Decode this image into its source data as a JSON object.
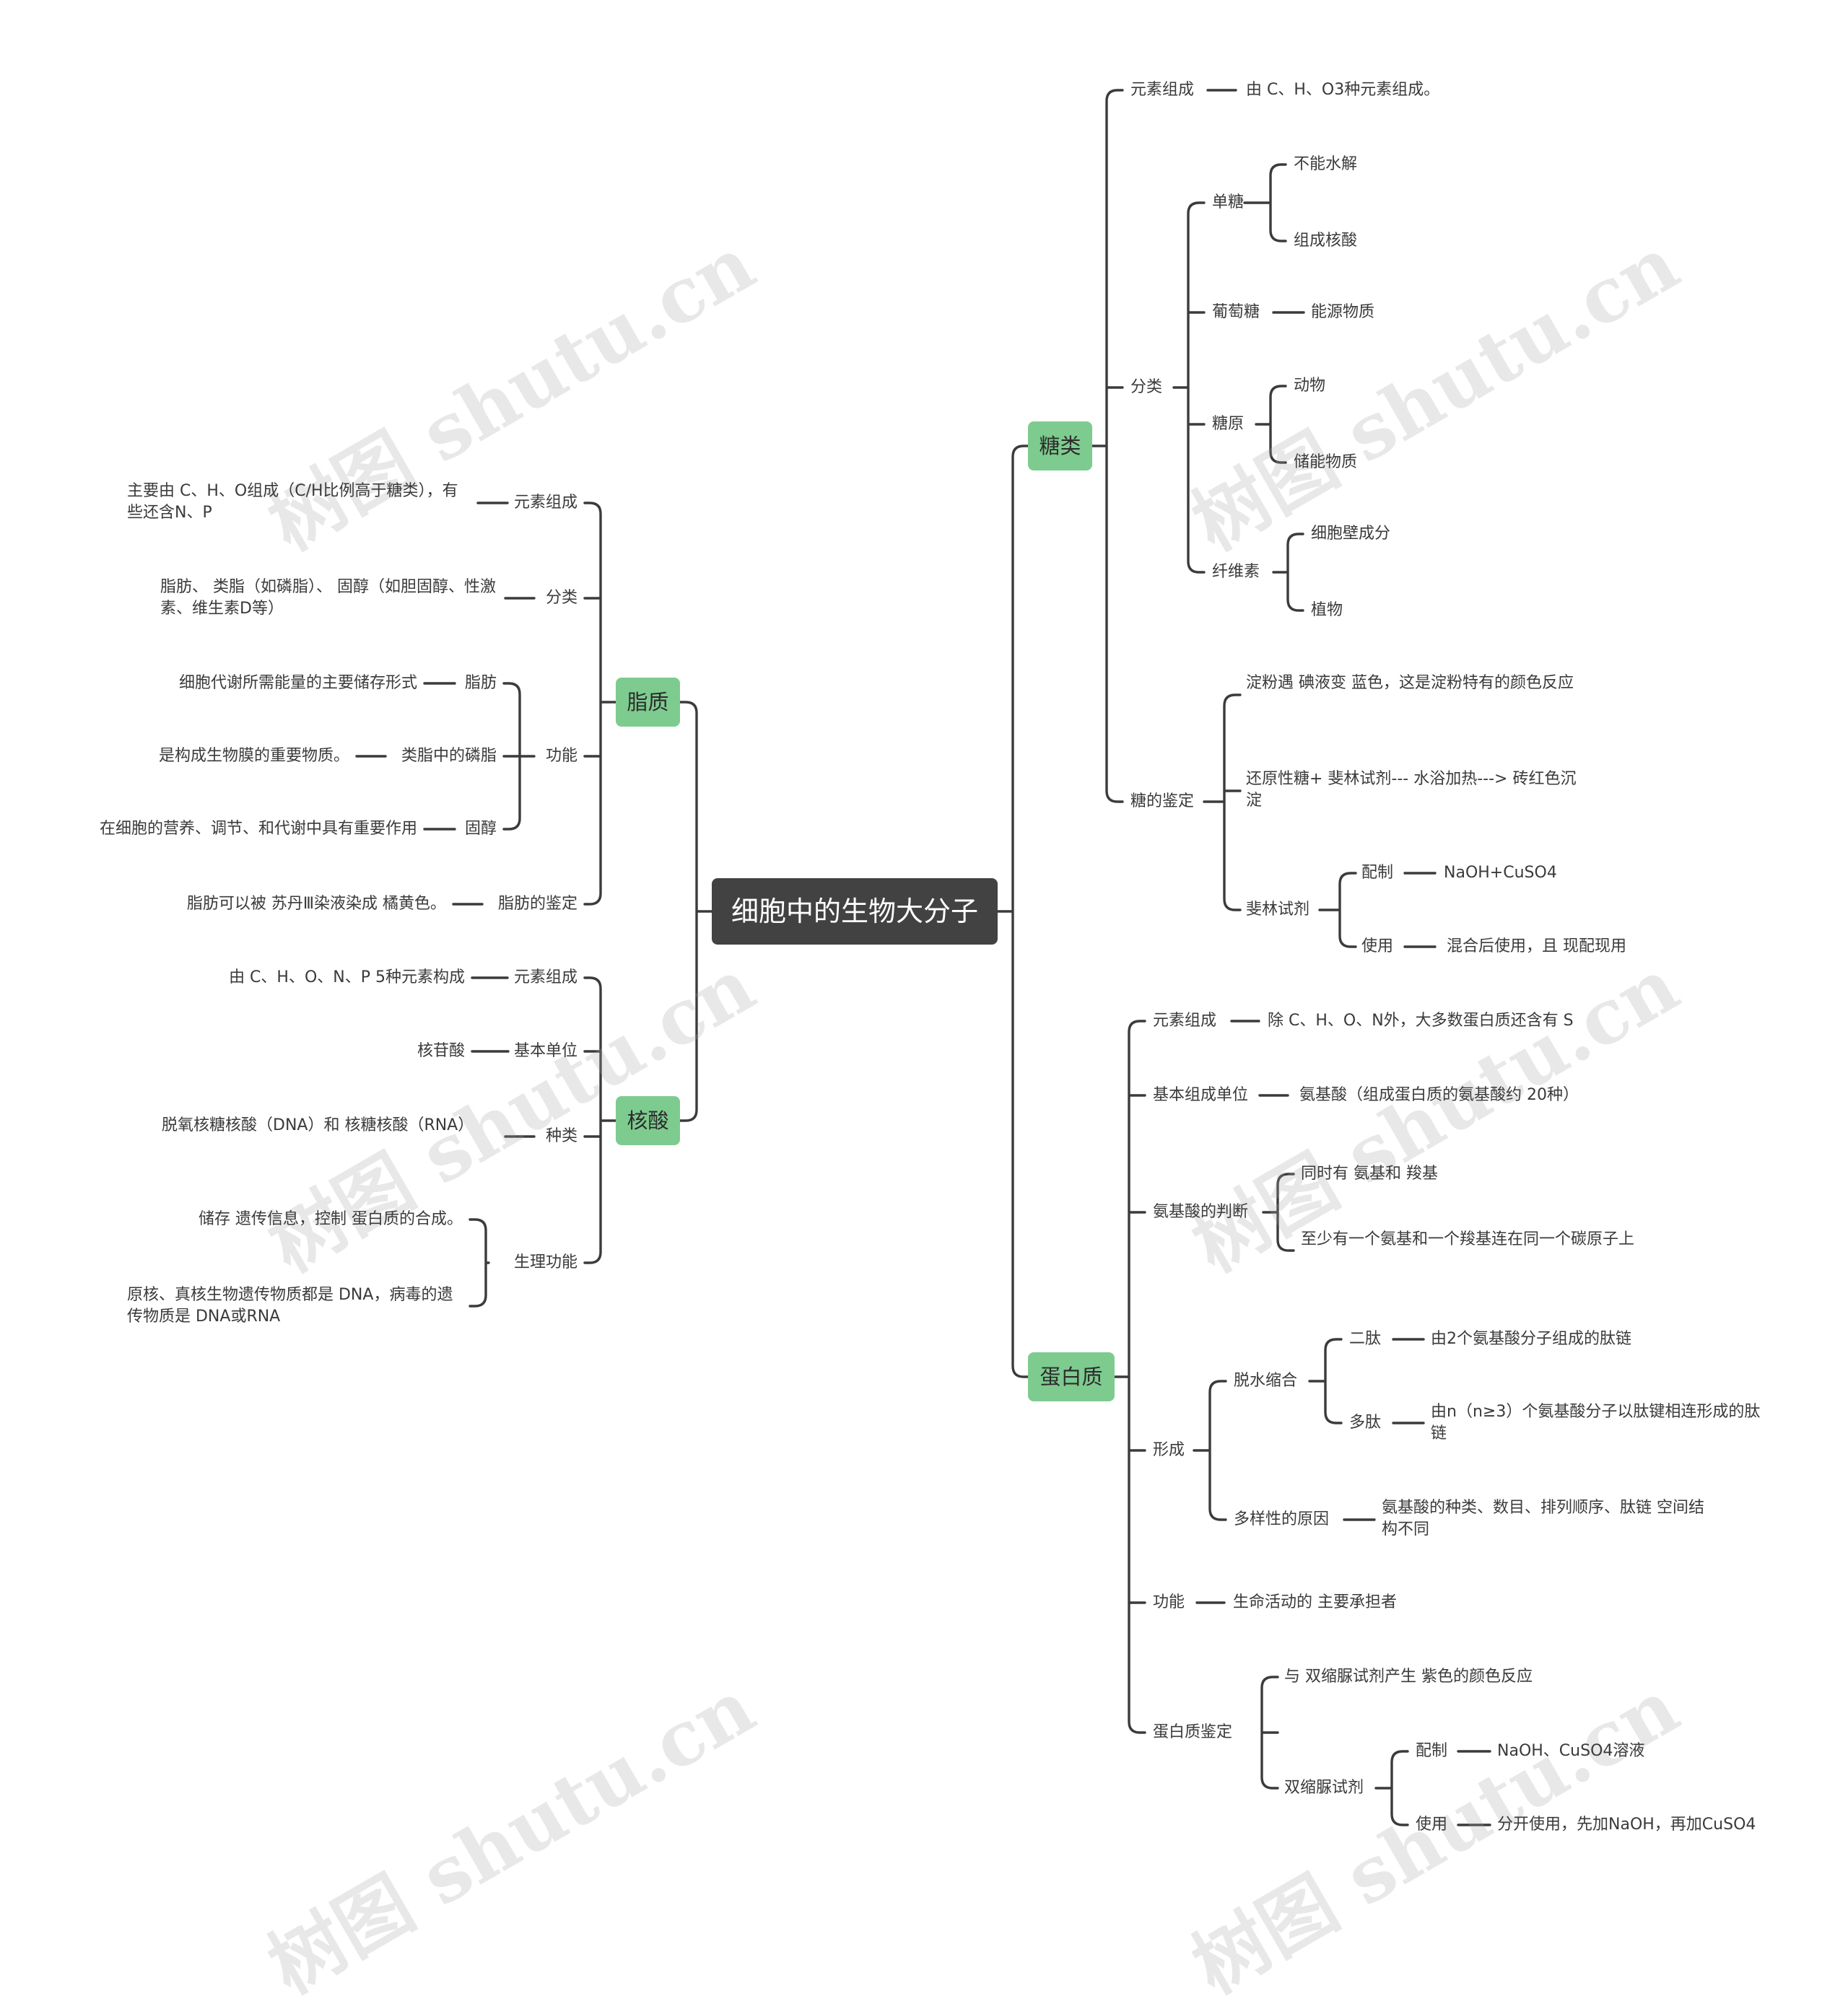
{
  "root": "细胞中的生物大分子",
  "watermark": "树图 shutu.cn",
  "sugar": {
    "label": "糖类",
    "element": {
      "label": "元素组成",
      "value": "由 C、H、O3种元素组成。"
    },
    "category": {
      "label": "分类",
      "mono": {
        "label": "单糖",
        "items": [
          "不能水解",
          "组成核酸"
        ]
      },
      "glucose": {
        "label": "葡萄糖",
        "value": "能源物质"
      },
      "glycogen": {
        "label": "糖原",
        "items": [
          "动物",
          "储能物质"
        ]
      },
      "cellulose": {
        "label": "纤维素",
        "items": [
          "细胞壁成分",
          "植物"
        ]
      }
    },
    "identify": {
      "label": "糖的鉴定",
      "starch": "淀粉遇 碘液变 蓝色，这是淀粉特有的颜色反应",
      "reducing": "还原性糖+ 斐林试剂--- 水浴加热---> 砖红色沉淀",
      "fehling": {
        "label": "斐林试剂",
        "prep_label": "配制",
        "prep_value": "NaOH+CuSO4",
        "use_label": "使用",
        "use_value": "混合后使用，且 现配现用"
      }
    }
  },
  "protein": {
    "label": "蛋白质",
    "element": {
      "label": "元素组成",
      "value": "除 C、H、O、N外，大多数蛋白质还含有 S"
    },
    "unit": {
      "label": "基本组成单位",
      "value": "氨基酸（组成蛋白质的氨基酸约 20种）"
    },
    "judge": {
      "label": "氨基酸的判断",
      "items": [
        "同时有 氨基和 羧基",
        "至少有一个氨基和一个羧基连在同一个碳原子上"
      ]
    },
    "form": {
      "label": "形成",
      "dehydration": {
        "label": "脱水缩合",
        "dipeptide_label": "二肽",
        "dipeptide_value": "由2个氨基酸分子组成的肽链",
        "polypeptide_label": "多肽",
        "polypeptide_value": "由n（n≥3）个氨基酸分子以肽键相连形成的肽链"
      },
      "diversity": {
        "label": "多样性的原因",
        "value": "氨基酸的种类、数目、排列顺序、肽链 空间结构不同"
      }
    },
    "function": {
      "label": "功能",
      "value": "生命活动的 主要承担者"
    },
    "identify": {
      "label": "蛋白质鉴定",
      "reaction": "与 双缩脲试剂产生 紫色的颜色反应",
      "biuret": {
        "label": "双缩脲试剂",
        "prep_label": "配制",
        "prep_value": "NaOH、CuSO4溶液",
        "use_label": "使用",
        "use_value": "分开使用，先加NaOH，再加CuSO4"
      }
    }
  },
  "lipid": {
    "label": "脂质",
    "element": {
      "label": "元素组成",
      "value": "主要由 C、H、O组成（C/H比例高于糖类），有些还含N、P"
    },
    "category": {
      "label": "分类",
      "value": "脂肪、 类脂（如磷脂）、 固醇（如胆固醇、性激素、维生素D等）"
    },
    "function": {
      "label": "功能",
      "fat_label": "脂肪",
      "fat_value": "细胞代谢所需能量的主要储存形式",
      "phospholipid_label": "类脂中的磷脂",
      "phospholipid_value": "是构成生物膜的重要物质。",
      "sterol_label": "固醇",
      "sterol_value": "在细胞的营养、调节、和代谢中具有重要作用"
    },
    "identify": {
      "label": "脂肪的鉴定",
      "value": "脂肪可以被 苏丹Ⅲ染液染成 橘黄色。"
    }
  },
  "nucleic": {
    "label": "核酸",
    "element": {
      "label": "元素组成",
      "value": "由 C、H、O、N、P 5种元素构成"
    },
    "unit": {
      "label": "基本单位",
      "value": "核苷酸"
    },
    "kinds": {
      "label": "种类",
      "value": "脱氧核糖核酸（DNA）和 核糖核酸（RNA）"
    },
    "function": {
      "label": "生理功能",
      "items": [
        "储存 遗传信息，控制 蛋白质的合成。",
        "原核、真核生物遗传物质都是 DNA，病毒的遗传物质是 DNA或RNA"
      ]
    }
  }
}
